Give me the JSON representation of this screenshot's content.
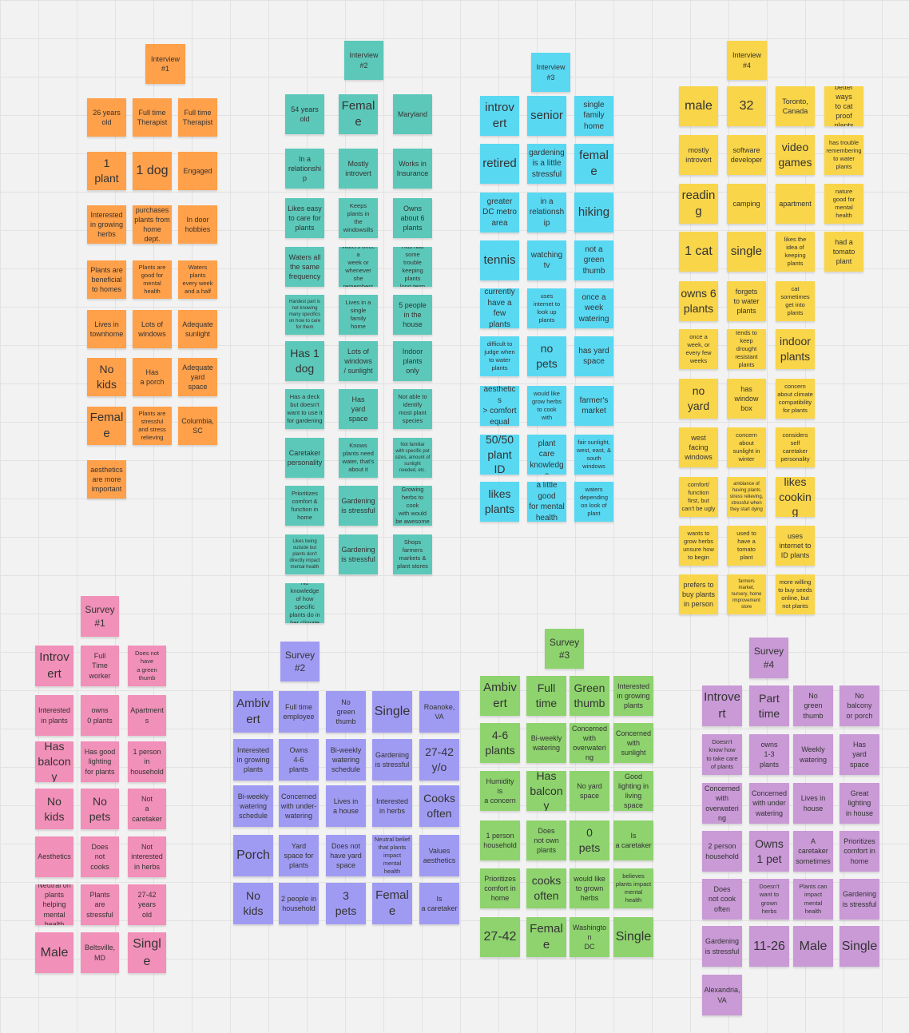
{
  "board": {
    "colors": {
      "orange": "#ffa04a",
      "teal": "#5cc8b9",
      "cyan": "#59d8f2",
      "yellow": "#f9d54a",
      "pink": "#f190b8",
      "violet": "#a09bf2",
      "green": "#8ed36e",
      "purple": "#c99ad6"
    },
    "groups": [
      {
        "id": "interview-1",
        "title": "Interview\n#1",
        "notes": [
          "26 years\nold",
          "Full time\nTherapist",
          "Full time\nTherapist",
          "1\nplant",
          "1 dog",
          "Engaged",
          "Interested\nin growing\nherbs",
          "purchases\nplants from\nhome dept.",
          "In door\nhobbies",
          "Plants are\nbeneficial\nto homes",
          "Plants are\ngood for\nmental\nhealth",
          "Waters\nplants\nevery week\nand a half",
          "Lives in\ntownhome",
          "Lots of\nwindows",
          "Adequate\nsunlight",
          "No\nkids",
          "Has\na porch",
          "Adequate\nyard\nspace",
          "Female",
          "Plants are\nstressful\nand stress\nrelieving",
          "Columbia,\nSC",
          "aesthetics\nare more\nimportant"
        ]
      },
      {
        "id": "interview-2",
        "title": "Interview\n#2",
        "notes": [
          "54 years\nold",
          "Female",
          "Maryland",
          "In a\nrelationship",
          "Mostly\nintrovert",
          "Works in\nInsurance",
          "Likes easy\nto care for\nplants",
          "Keeps\nplants in\nthe\nwindowsills",
          "Owns\nabout 6\nplants",
          "Waters all\nthe same\nfrequency",
          "Waters once a\nweek or\nwhenever she\nremembers",
          "Has had some\ntrouble\nkeeping plants\nlong term",
          "Hardest part is\nnot knowing\nmany specifics\non how to care\nfor them",
          "Lives in a\nsingle\nfamily\nhome",
          "5 people\nin the\nhouse",
          "Has 1\ndog",
          "Lots of\nwindows\n/ sunlight",
          "Indoor\nplants\nonly",
          "Has a deck\nbut doesn't\nwant to use it\nfor gardening",
          "Has\nyard\nspace",
          "Not able to\nidentify\nmost plant\nspecies",
          "Caretaker\npersonality",
          "Knows\nplants need\nwater, that's\nabout it",
          "Not familiar\nwith specific pot\nsizes, amount of\nsunlight\nneeded, etc.",
          "Prioritizes\ncomfort &\nfunction in\nhome",
          "Gardening\nis stressful",
          "Growing\nherbs to cook\nwith would\nbe awesome",
          "Likes being\noutside but\nplants don't\ndirectly impact\nmental health",
          "Gardening\nis stressful",
          "Shops\nfarmers\nmarkets &\nplant stores",
          "No knowledge\nof how specific\nplants do in\nher climate"
        ]
      },
      {
        "id": "interview-3",
        "title": "Interview\n#3",
        "notes": [
          "introvert",
          "senior",
          "single\nfamily\nhome",
          "retired",
          "gardening\nis a little\nstressful",
          "female",
          "greater\nDC metro\narea",
          "in a\nrelationship",
          "hiking",
          "tennis",
          "watching\ntv",
          "not a\ngreen\nthumb",
          "currently\nhave a\nfew plants",
          "uses\ninternet to\nlook up\nplants",
          "once a\nweek\nwatering",
          "difficult to\njudge when\nto water\nplants",
          "no\npets",
          "has yard\nspace",
          "aesthetics\n> comfort\nequal",
          "would like\ngrow herbs\nto cook\nwith",
          "farmer's\nmarket",
          "50/50\nplant ID",
          "basic plant\ncare\nknowledge",
          "fair sunlight,\nwest, east, &\nsouth\nwindows",
          "likes\nplants",
          "a little good\nfor mental\nhealth",
          "waters\ndepending\non look of\nplant"
        ]
      },
      {
        "id": "interview-4",
        "title": "Interview\n#4",
        "notes": [
          "male",
          "32",
          "Toronto,\nCanada",
          "better ways\nto cat proof\nplants",
          "mostly\nintrovert",
          "software\ndeveloper",
          "video\ngames",
          "has trouble\nremembering\nto water\nplants",
          "reading",
          "camping",
          "apartment",
          "nature\ngood for\nmental\nhealth",
          "1 cat",
          "single",
          "likes the\nidea of\nkeeping\nplants",
          "had a\ntomato\nplant",
          "owns 6\nplants",
          "forgets\nto water\nplants",
          "cat\nsometimes\nget into\nplants",
          "once a\nweek, or\nevery few\nweeks",
          "tends to keep\ndrought\nresistant\nplants",
          "indoor\nplants",
          "no\nyard",
          "has\nwindow\nbox",
          "concern\nabout climate\ncompatibility\nfor plants",
          "west\nfacing\nwindows",
          "concern\nabout\nsunlight in\nwinter",
          "considers\nself\ncaretaker\npersonality",
          "comfort/\nfunction\nfirst, but\ncan't be ugly",
          "ambiance of\nhaving plants\nstress relieving,\nstressful when\nthey start dying",
          "likes\ncooking",
          "wants to\ngrow herbs\nunsure how\nto begin",
          "used to\nhave a\ntomato\nplant",
          "uses\ninternet to\nID plants",
          "prefers to\nbuy plants\nin person",
          "farmers\nmarket,\nnursery, home\nimprovement\nstore",
          "more willing\nto buy seeds\nonline, but\nnot plants"
        ]
      },
      {
        "id": "survey-1",
        "title": "Survey\n#1",
        "notes": [
          "Introvert",
          "Full\nTime\nworker",
          "Does not\nhave\na green\nthumb",
          "Interested\nin plants",
          "owns\n0 plants",
          "Apartments",
          "Has\nbalcony",
          "Has good\nlighting\nfor plants",
          "1 person\nin\nhousehold",
          "No\nkids",
          "No\npets",
          "Not\na caretaker",
          "Aesthetics",
          "Does\nnot\ncooks",
          "Not\ninterested\nin herbs",
          "Neutral on\nplants helping\nmental health",
          "Plants\nare\nstressful",
          "27-42\nyears\nold",
          "Male",
          "Beltsville,\nMD",
          "Single"
        ]
      },
      {
        "id": "survey-2",
        "title": "Survey\n#2",
        "notes": [
          "Ambivert",
          "Full time\nemployee",
          "No\ngreen\nthumb",
          "Single",
          "Roanoke,\nVA",
          "Interested\nin growing\nplants",
          "Owns\n4-6\nplants",
          "Bi-weekly\nwatering\nschedule",
          "Gardening\nis stressful",
          "27-42\ny/o",
          "Bi-weekly\nwatering\nschedule",
          "Concerned\nwith under-\nwatering",
          "Lives in\na house",
          "Interested\nin herbs",
          "Cooks\noften",
          "Porch",
          "Yard\nspace for\nplants",
          "Does not\nhave yard\nspace",
          "Neutral belief\nthat plants\nimpact mental\nhealth",
          "Values\naesthetics",
          "No\nkids",
          "2 people in\nhousehold",
          "3\npets",
          "Female",
          "Is\na caretaker"
        ]
      },
      {
        "id": "survey-3",
        "title": "Survey\n#3",
        "notes": [
          "Ambivert",
          "Full\ntime",
          "Green\nthumb",
          "Interested\nin growing\nplants",
          "4-6\nplants",
          "Bi-weekly\nwatering",
          "Concerned\nwith\noverwatering",
          "Concerned\nwith\nsunlight",
          "Humidity\nis\na concern",
          "Has\nbalcony",
          "No yard\nspace",
          "Good\nlighting in\nliving space",
          "1 person\nhousehold",
          "Does\nnot own\nplants",
          "0\npets",
          "Is\na caretaker",
          "Prioritizes\ncomfort in\nhome",
          "cooks\noften",
          "would like\nto grown\nherbs",
          "believes\nplants impact\nmental\nhealth",
          "27-42",
          "Female",
          "Washington\nDC",
          "Single"
        ]
      },
      {
        "id": "survey-4",
        "title": "Survey\n#4",
        "notes": [
          "Introvert",
          "Part\ntime",
          "No\ngreen\nthumb",
          "No\nbalcony\nor porch",
          "Doesn't\nknow how\nto take care\nof plants",
          "owns\n1-3\nplants",
          "Weekly\nwatering",
          "Has\nyard\nspace",
          "Concerned\nwith\noverwatering",
          "Concerned\nwith under\nwatering",
          "Lives in\nhouse",
          "Great\nlighting\nin house",
          "2 person\nhousehold",
          "Owns\n1 pet",
          "A\ncaretaker\nsometimes",
          "Prioritizes\ncomfort in\nhome",
          "Does\nnot cook\noften",
          "Doesn't\nwant to\ngrown\nherbs",
          "Plants can\nimpact\nmental\nhealth",
          "Gardening\nis stressful",
          "Gardening\nis stressful",
          "11-26",
          "Male",
          "Single",
          "Alexandria,\nVA"
        ]
      }
    ]
  }
}
